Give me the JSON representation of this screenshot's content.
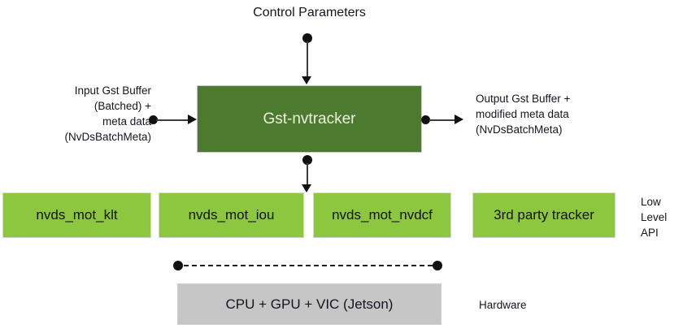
{
  "diagram": {
    "control_parameters_label": "Control Parameters",
    "gst_nvtracker_label": "Gst-nvtracker",
    "input_label": "Input Gst Buffer\n(Batched) +\nmeta data\n(NvDsBatchMeta)",
    "output_label": "Output Gst Buffer +\nmodified meta data\n(NvDsBatchMeta)",
    "trackers": [
      {
        "label": "nvds_mot_klt"
      },
      {
        "label": "nvds_mot_iou"
      },
      {
        "label": "nvds_mot_nvdcf"
      },
      {
        "label": "3rd party tracker"
      }
    ],
    "low_level_api_label": "Low\nLevel\nAPI",
    "hardware_box_label": "CPU + GPU + VIC (Jetson)",
    "hardware_label": "Hardware",
    "colors": {
      "plugin_box_green": "#4c7a2e",
      "tracker_box_green": "#8dc63f",
      "hardware_box_gray": "#c6c6c6",
      "plugin_box_text": "#eeefe0",
      "text_dark": "#15151f",
      "connector_black": "#111111"
    }
  }
}
